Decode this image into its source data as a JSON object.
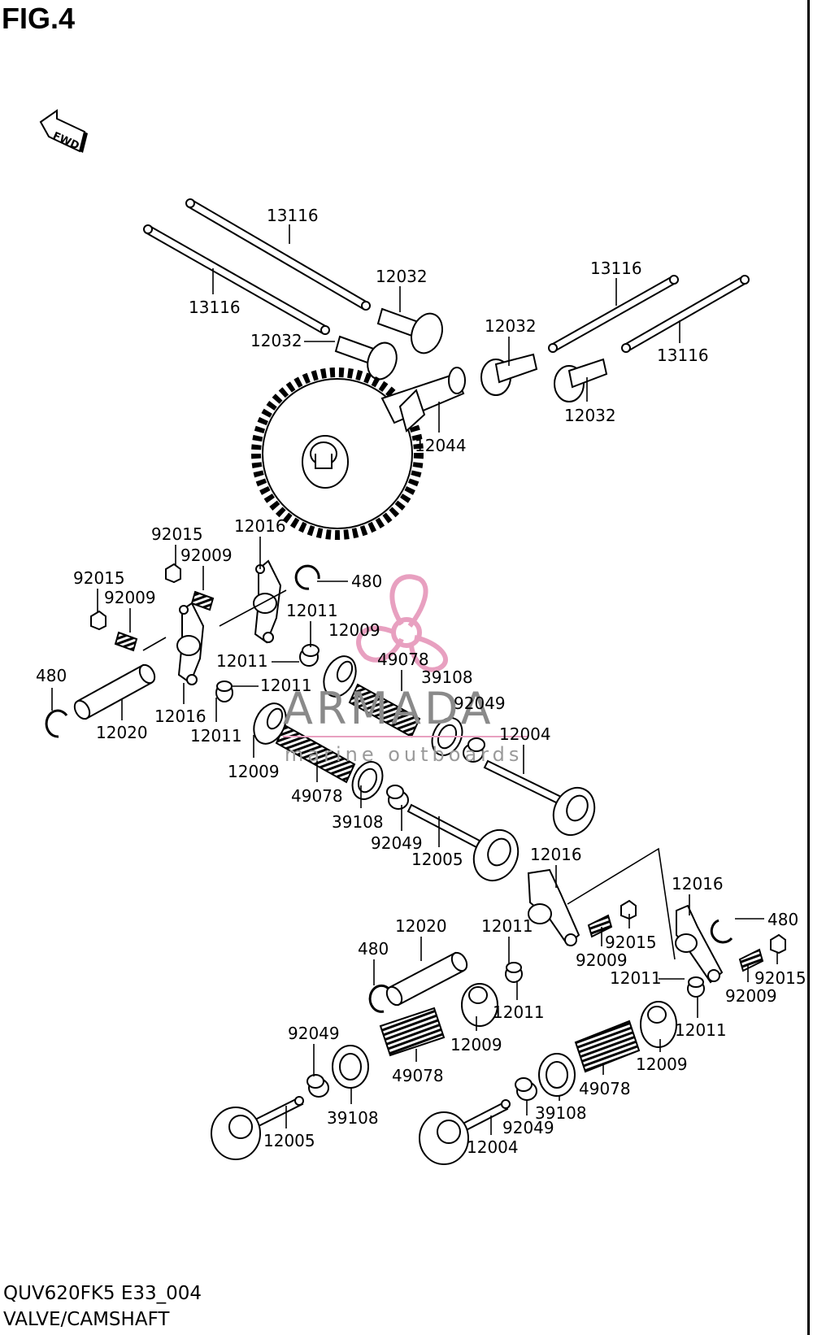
{
  "figure": {
    "title": "FIG.4"
  },
  "footer": {
    "code": "QUV620FK5 E33_004",
    "name": "VALVE/CAMSHAFT"
  },
  "fwd_label": "FWD",
  "watermark": {
    "brand": "ARMADA",
    "tagline": "marine outboards",
    "accent_color": "#e8a0c0"
  },
  "parts": [
    {
      "id": "l1",
      "text": "13116"
    },
    {
      "id": "l2",
      "text": "13116"
    },
    {
      "id": "l3",
      "text": "12032"
    },
    {
      "id": "l4",
      "text": "12032"
    },
    {
      "id": "l5",
      "text": "13116"
    },
    {
      "id": "l6",
      "text": "13116"
    },
    {
      "id": "l7",
      "text": "12032"
    },
    {
      "id": "l8",
      "text": "12032"
    },
    {
      "id": "l9",
      "text": "12044"
    },
    {
      "id": "l10",
      "text": "92015"
    },
    {
      "id": "l11",
      "text": "12016"
    },
    {
      "id": "l12",
      "text": "92009"
    },
    {
      "id": "l13",
      "text": "92015"
    },
    {
      "id": "l14",
      "text": "480"
    },
    {
      "id": "l15",
      "text": "92009"
    },
    {
      "id": "l16",
      "text": "12011"
    },
    {
      "id": "l17",
      "text": "12009"
    },
    {
      "id": "l18",
      "text": "12011"
    },
    {
      "id": "l19",
      "text": "49078"
    },
    {
      "id": "l20",
      "text": "480"
    },
    {
      "id": "l21",
      "text": "39108"
    },
    {
      "id": "l22",
      "text": "12011"
    },
    {
      "id": "l23",
      "text": "92049"
    },
    {
      "id": "l24",
      "text": "12016"
    },
    {
      "id": "l25",
      "text": "12011"
    },
    {
      "id": "l26",
      "text": "12020"
    },
    {
      "id": "l27",
      "text": "12004"
    },
    {
      "id": "l28",
      "text": "12009"
    },
    {
      "id": "l29",
      "text": "49078"
    },
    {
      "id": "l30",
      "text": "39108"
    },
    {
      "id": "l31",
      "text": "92049"
    },
    {
      "id": "l32",
      "text": "12005"
    },
    {
      "id": "l33",
      "text": "12016"
    },
    {
      "id": "l34",
      "text": "12016"
    },
    {
      "id": "l35",
      "text": "480"
    },
    {
      "id": "l36",
      "text": "12020"
    },
    {
      "id": "l37",
      "text": "12011"
    },
    {
      "id": "l38",
      "text": "92015"
    },
    {
      "id": "l39",
      "text": "480"
    },
    {
      "id": "l40",
      "text": "92009"
    },
    {
      "id": "l41",
      "text": "12011"
    },
    {
      "id": "l42",
      "text": "92015"
    },
    {
      "id": "l43",
      "text": "12011"
    },
    {
      "id": "l44",
      "text": "92009"
    },
    {
      "id": "l45",
      "text": "12011"
    },
    {
      "id": "l46",
      "text": "92049"
    },
    {
      "id": "l47",
      "text": "12009"
    },
    {
      "id": "l48",
      "text": "12009"
    },
    {
      "id": "l49",
      "text": "49078"
    },
    {
      "id": "l50",
      "text": "49078"
    },
    {
      "id": "l51",
      "text": "39108"
    },
    {
      "id": "l52",
      "text": "39108"
    },
    {
      "id": "l53",
      "text": "92049"
    },
    {
      "id": "l54",
      "text": "12005"
    },
    {
      "id": "l55",
      "text": "12004"
    }
  ]
}
